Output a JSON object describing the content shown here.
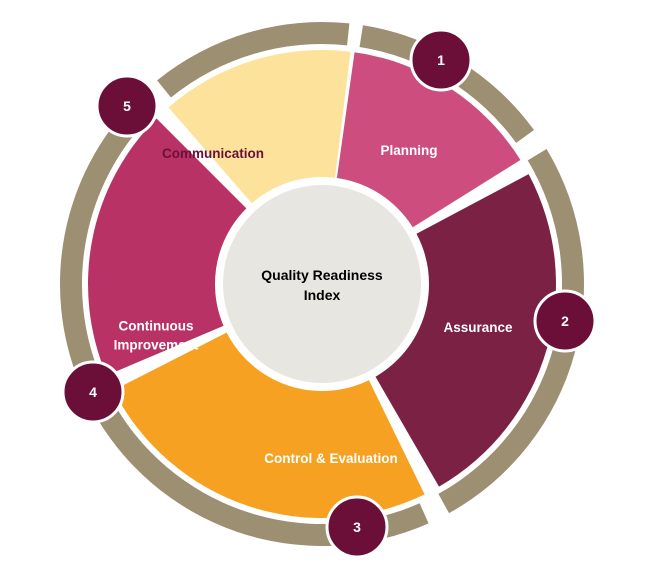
{
  "center": {
    "lines": [
      "Quality Readiness",
      "Index"
    ],
    "fill": "#e8e6e1",
    "text_color": "#000000"
  },
  "ring_color": "#9c8f72",
  "segments": [
    {
      "id": "planning",
      "label_lines": [
        "Planning"
      ],
      "number": "1",
      "fill": "#cd4e7e",
      "text_color": "#ffffff"
    },
    {
      "id": "assurance",
      "label_lines": [
        "Assurance"
      ],
      "number": "2",
      "fill": "#7a2144",
      "text_color": "#ffffff"
    },
    {
      "id": "control-evaluation",
      "label_lines": [
        "Control & Evaluation"
      ],
      "number": "3",
      "fill": "#f7a123",
      "text_color": "#ffffff"
    },
    {
      "id": "continuous-improvement",
      "label_lines": [
        "Continuous",
        "Improvement"
      ],
      "number": "4",
      "fill": "#b93266",
      "text_color": "#ffffff"
    },
    {
      "id": "communication",
      "label_lines": [
        "Communication"
      ],
      "number": "5",
      "fill": "#fce29a",
      "text_color": "#6b1038"
    }
  ],
  "badge": {
    "fill": "#6b0f38",
    "stroke": "#ffffff",
    "text_color": "#ffffff"
  }
}
